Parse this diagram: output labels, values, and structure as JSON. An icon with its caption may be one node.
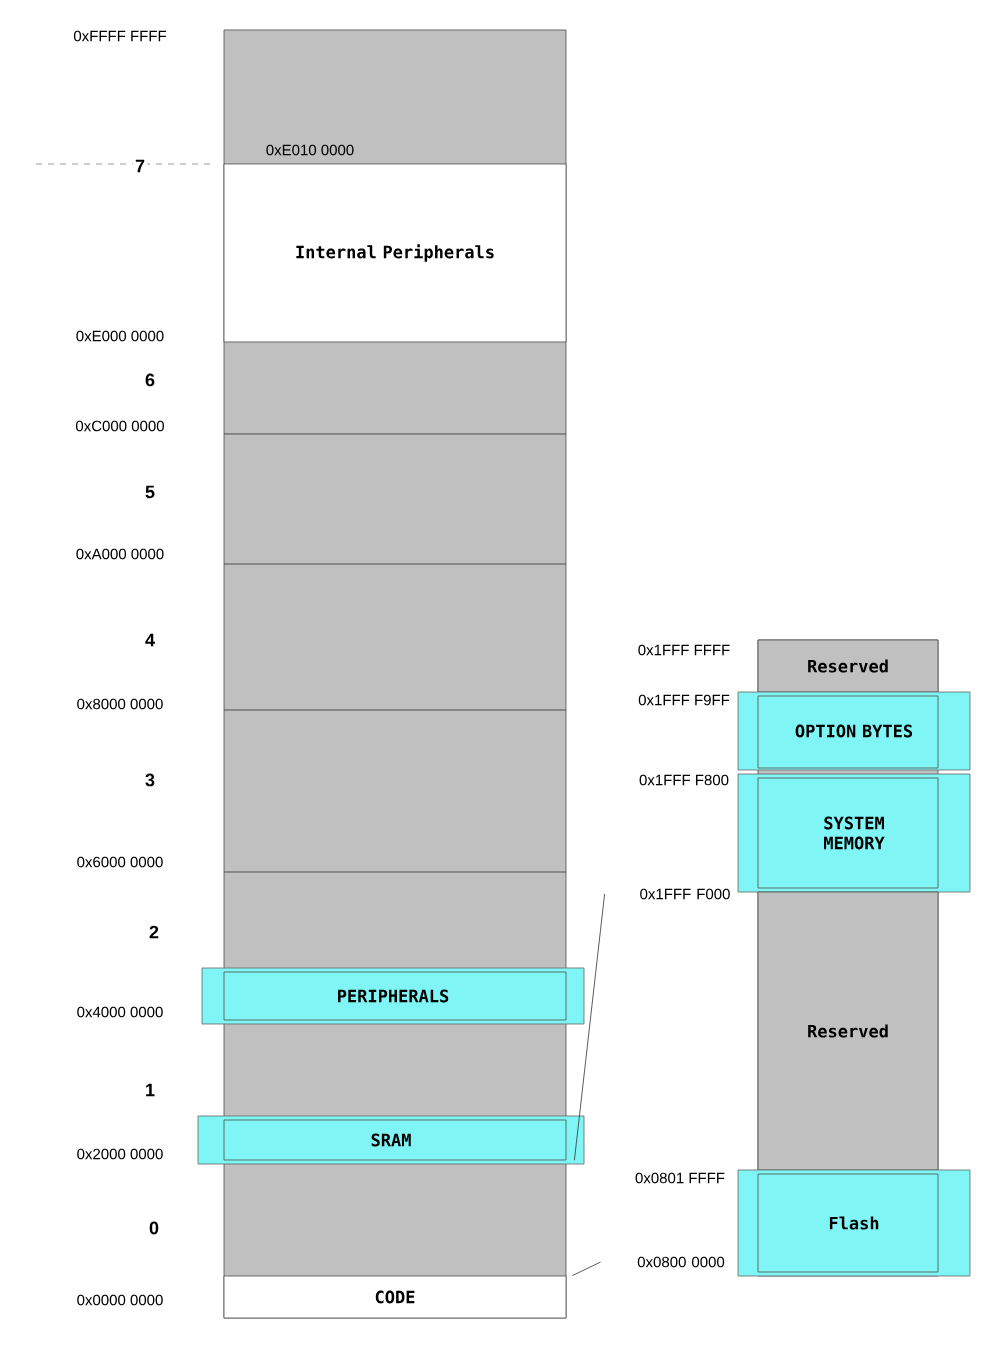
{
  "diagram": {
    "nodes": [
      {
        "text": [
          "Internal Peripherals"
        ]
      },
      {
        "text": [
          "PERIPHERALS"
        ]
      },
      {
        "text": [
          "SRAM"
        ]
      },
      {
        "text": [
          "CODE"
        ]
      },
      {
        "text": [
          "Reserved"
        ]
      },
      {
        "text": [
          "OPTION BYTES"
        ]
      },
      {
        "text": [
          "SYSTEM MEMORY"
        ]
      },
      {
        "text": [
          "Reserved"
        ]
      },
      {
        "text": [
          "Flash"
        ]
      },
      {
        "text": [
          "0x1FFF F000"
        ]
      },
      {
        "text": [
          "0x0800 0000"
        ]
      }
    ],
    "edges": [
      {
        "from": 2,
        "to": 9,
        "arrow": "none"
      },
      {
        "from": 3,
        "to": 10,
        "arrow": "none"
      }
    ],
    "labels": [
      "0xFFFF FFFF",
      "0xE010 0000",
      "7",
      "0xE000 0000",
      "6",
      "0xC000 0000",
      "5",
      "0xA000 0000",
      "4",
      "0x8000 0000",
      "3",
      "0x6000 0000",
      "2",
      "0x4000 0000",
      "1",
      "0x2000 0000",
      "0",
      "0x0000 0000",
      "0x1FFF FFFF",
      "0x1FFF F9FF",
      "0x1FFF F800",
      "0x0801 FFFF"
    ]
  }
}
